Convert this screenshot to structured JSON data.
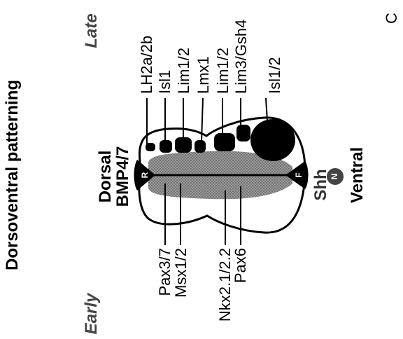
{
  "title": "Dorsoventral patterning",
  "stage_early": "Early",
  "stage_late": "Late",
  "dorsal": "Dorsal",
  "bmp": "BMP4/7",
  "ventral": "Ventral",
  "shh": "Shh",
  "panel_letter": "C",
  "roof_plate_letter": "R",
  "floor_plate_letter": "F",
  "notochord_letter": "N",
  "early_genes": [
    "Pax3/7",
    "Msx1/2",
    "Nkx2.1/2.2",
    "Pax6"
  ],
  "late_genes": [
    "LH2a/2b",
    "Isl1",
    "Lim1/2",
    "Lmx1",
    "Lim1/2",
    "Lim3/Gsh4",
    "Isl1/2"
  ],
  "colors": {
    "ink": "#000000",
    "dotted_fill": "#8a8a8a",
    "notochord": "#444444"
  }
}
